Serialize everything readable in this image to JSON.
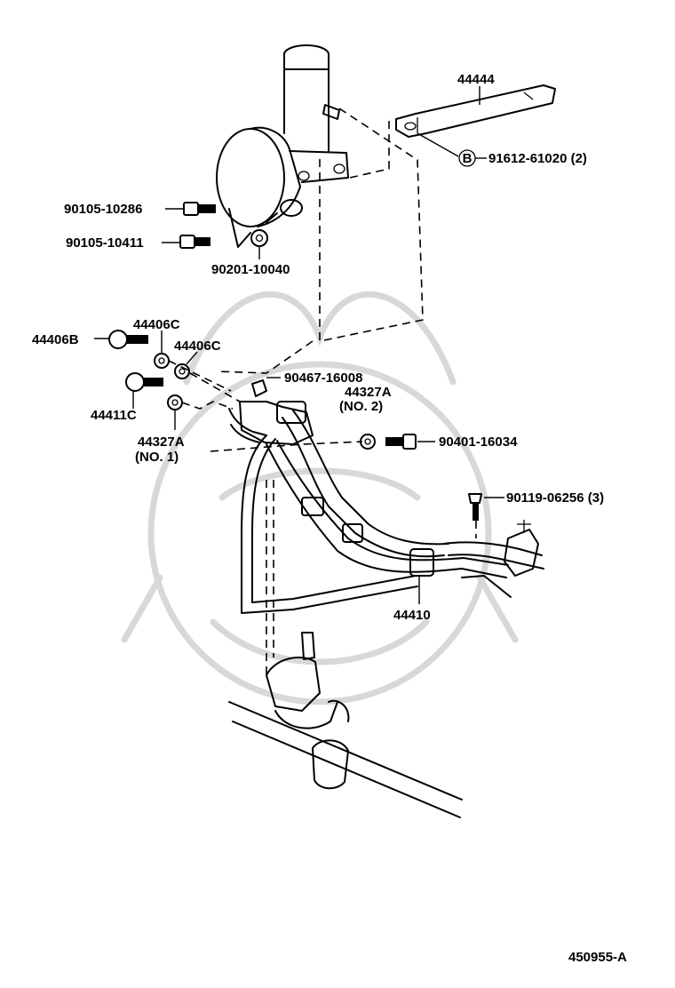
{
  "callouts": {
    "p44444": "44444",
    "p91612": "91612-61020 (2)",
    "p91612_badge": "B",
    "p90105_10286": "90105-10286",
    "p90105_10411": "90105-10411",
    "p90201": "90201-10040",
    "p44406C_a": "44406C",
    "p44406B": "44406B",
    "p44406C_b": "44406C",
    "p90467": "90467-16008",
    "p44327A_no2": "44327A",
    "p44327A_no2_sub": "(NO. 2)",
    "p44411C": "44411C",
    "p44327A_no1": "44327A",
    "p44327A_no1_sub": "(NO. 1)",
    "p90401": "90401-16034",
    "p90119": "90119-06256 (3)",
    "p44410": "44410"
  },
  "diagram_id": "450955-A"
}
